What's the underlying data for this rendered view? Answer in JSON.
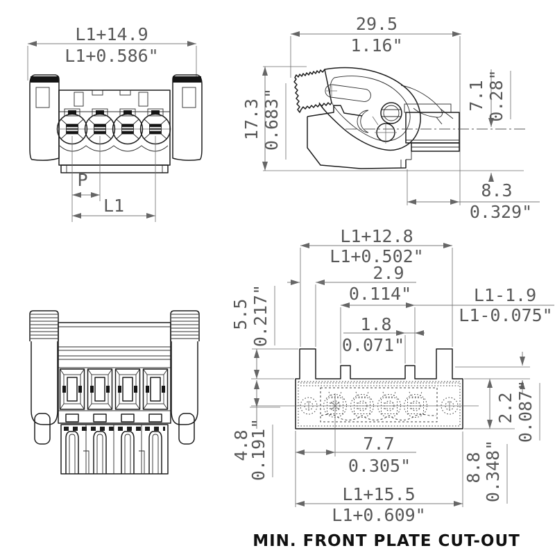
{
  "caption": "MIN. FRONT PLATE CUT-OUT",
  "views": {
    "front": {
      "width_mm": "L1+14.9",
      "width_in": "L1+0.586\"",
      "pitch": "P",
      "span": "L1"
    },
    "side": {
      "depth_mm": "29.5",
      "depth_in": "1.16\"",
      "height_mm": "17.3",
      "height_in": "0.683\"",
      "center_mm": "7.1",
      "center_in": "0.28\"",
      "offset_mm": "8.3",
      "offset_in": "0.329\""
    },
    "cutout": {
      "tab_span_mm": "L1+12.8",
      "tab_span_in": "L1+0.502\"",
      "tab_width_mm": "2.9",
      "tab_width_in": "0.114\"",
      "inner_span_mm": "L1-1.9",
      "inner_span_in": "L1-0.075\"",
      "small_tab_mm": "1.8",
      "small_tab_in": "0.071\"",
      "tab_height_mm": "5.5",
      "tab_height_in": "0.217\"",
      "center_offset_mm": "4.8",
      "center_offset_in": "0.191\"",
      "hole_offset_mm": "7.7",
      "hole_offset_in": "0.305\"",
      "step_mm": "2.2",
      "step_in": "0.087\"",
      "height_mm": "8.8",
      "height_in": "0.348\"",
      "width_mm": "L1+15.5",
      "width_in": "L1+0.609\""
    }
  }
}
